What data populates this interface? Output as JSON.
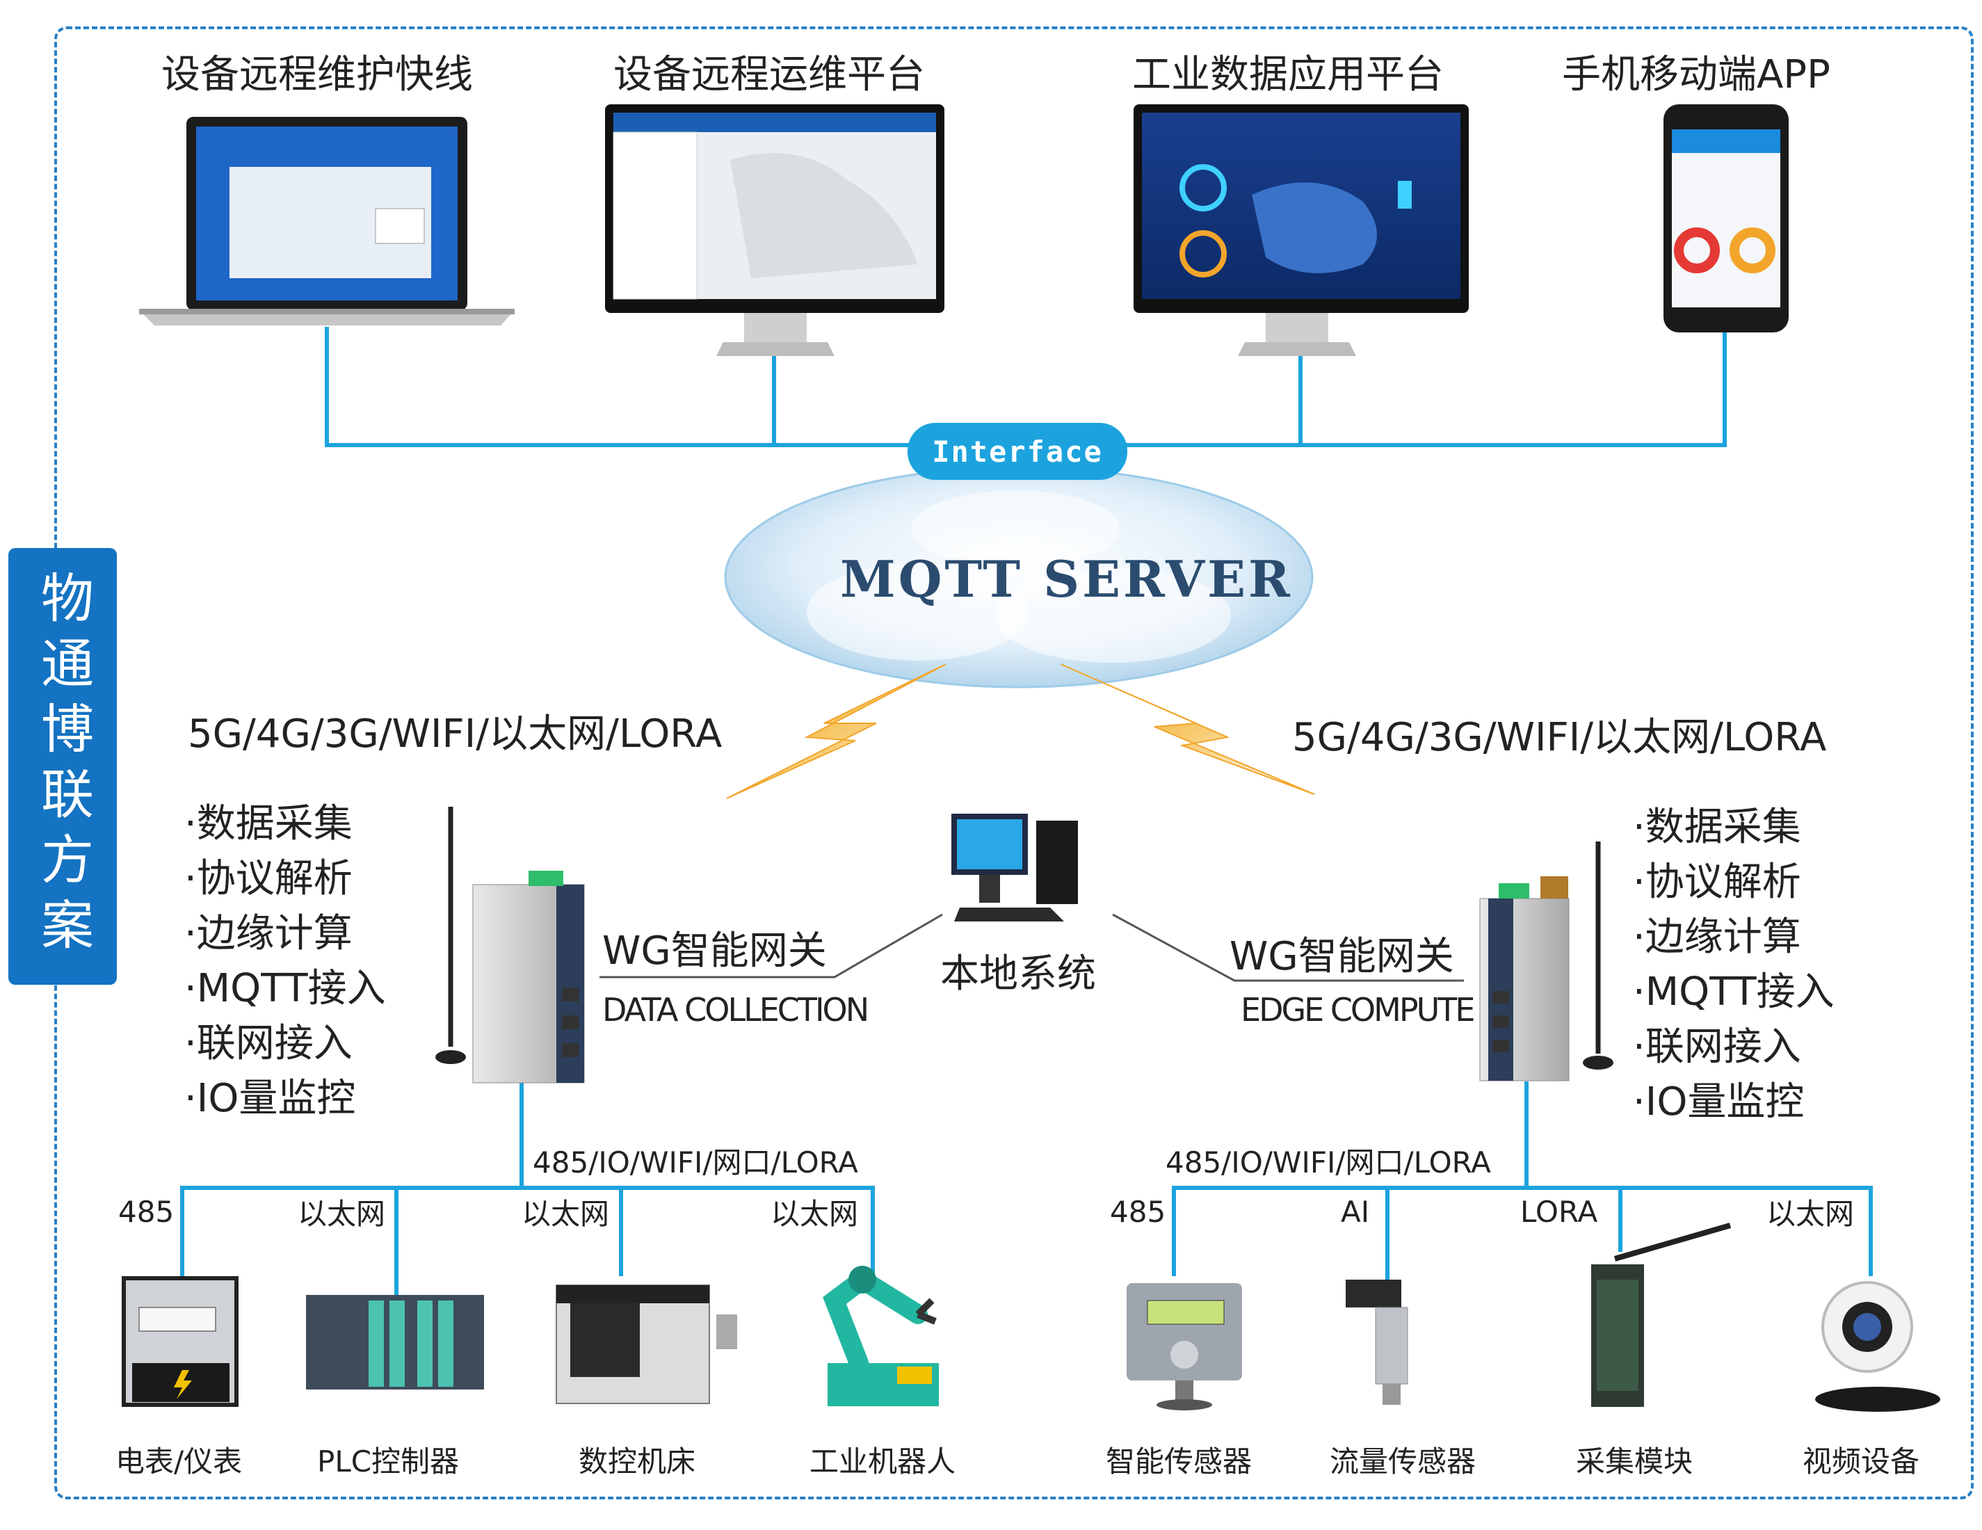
{
  "side_title": "物通博联方案",
  "platforms": [
    {
      "label": "设备远程维护快线"
    },
    {
      "label": "设备远程运维平台"
    },
    {
      "label": "工业数据应用平台"
    },
    {
      "label": "手机移动端APP"
    }
  ],
  "interface_label": "Interface",
  "server_label": "MQTT SERVER",
  "network_left": "5G/4G/3G/WIFI/以太网/LORA",
  "network_right": "5G/4G/3G/WIFI/以太网/LORA",
  "features": [
    "·数据采集",
    "·协议解析",
    "·边缘计算",
    "·MQTT接入",
    "·联网接入",
    "·IO量监控"
  ],
  "gateway_left": {
    "name": "WG智能网关",
    "sub": "DATA COLLECTION"
  },
  "gateway_right": {
    "name": "WG智能网关",
    "sub": "EDGE COMPUTE"
  },
  "local_system": "本地系统",
  "bus_left": "485/IO/WIFI/网口/LORA",
  "bus_right": "485/IO/WIFI/网口/LORA",
  "devices_left": [
    {
      "link": "485",
      "label": "电表/仪表"
    },
    {
      "link": "以太网",
      "label": "PLC控制器"
    },
    {
      "link": "以太网",
      "label": "数控机床"
    },
    {
      "link": "以太网",
      "label": "工业机器人"
    }
  ],
  "devices_right": [
    {
      "link": "485",
      "label": "智能传感器"
    },
    {
      "link": "AI",
      "label": "流量传感器"
    },
    {
      "link": "LORA",
      "label": "采集模块"
    },
    {
      "link": "以太网",
      "label": "视频设备"
    }
  ],
  "colors": {
    "line": "#1ca3de",
    "frame": "#2a7fc4",
    "tab": "#1473c2",
    "bolt": "#f2a52a",
    "cloud": "#cfe6f5"
  }
}
